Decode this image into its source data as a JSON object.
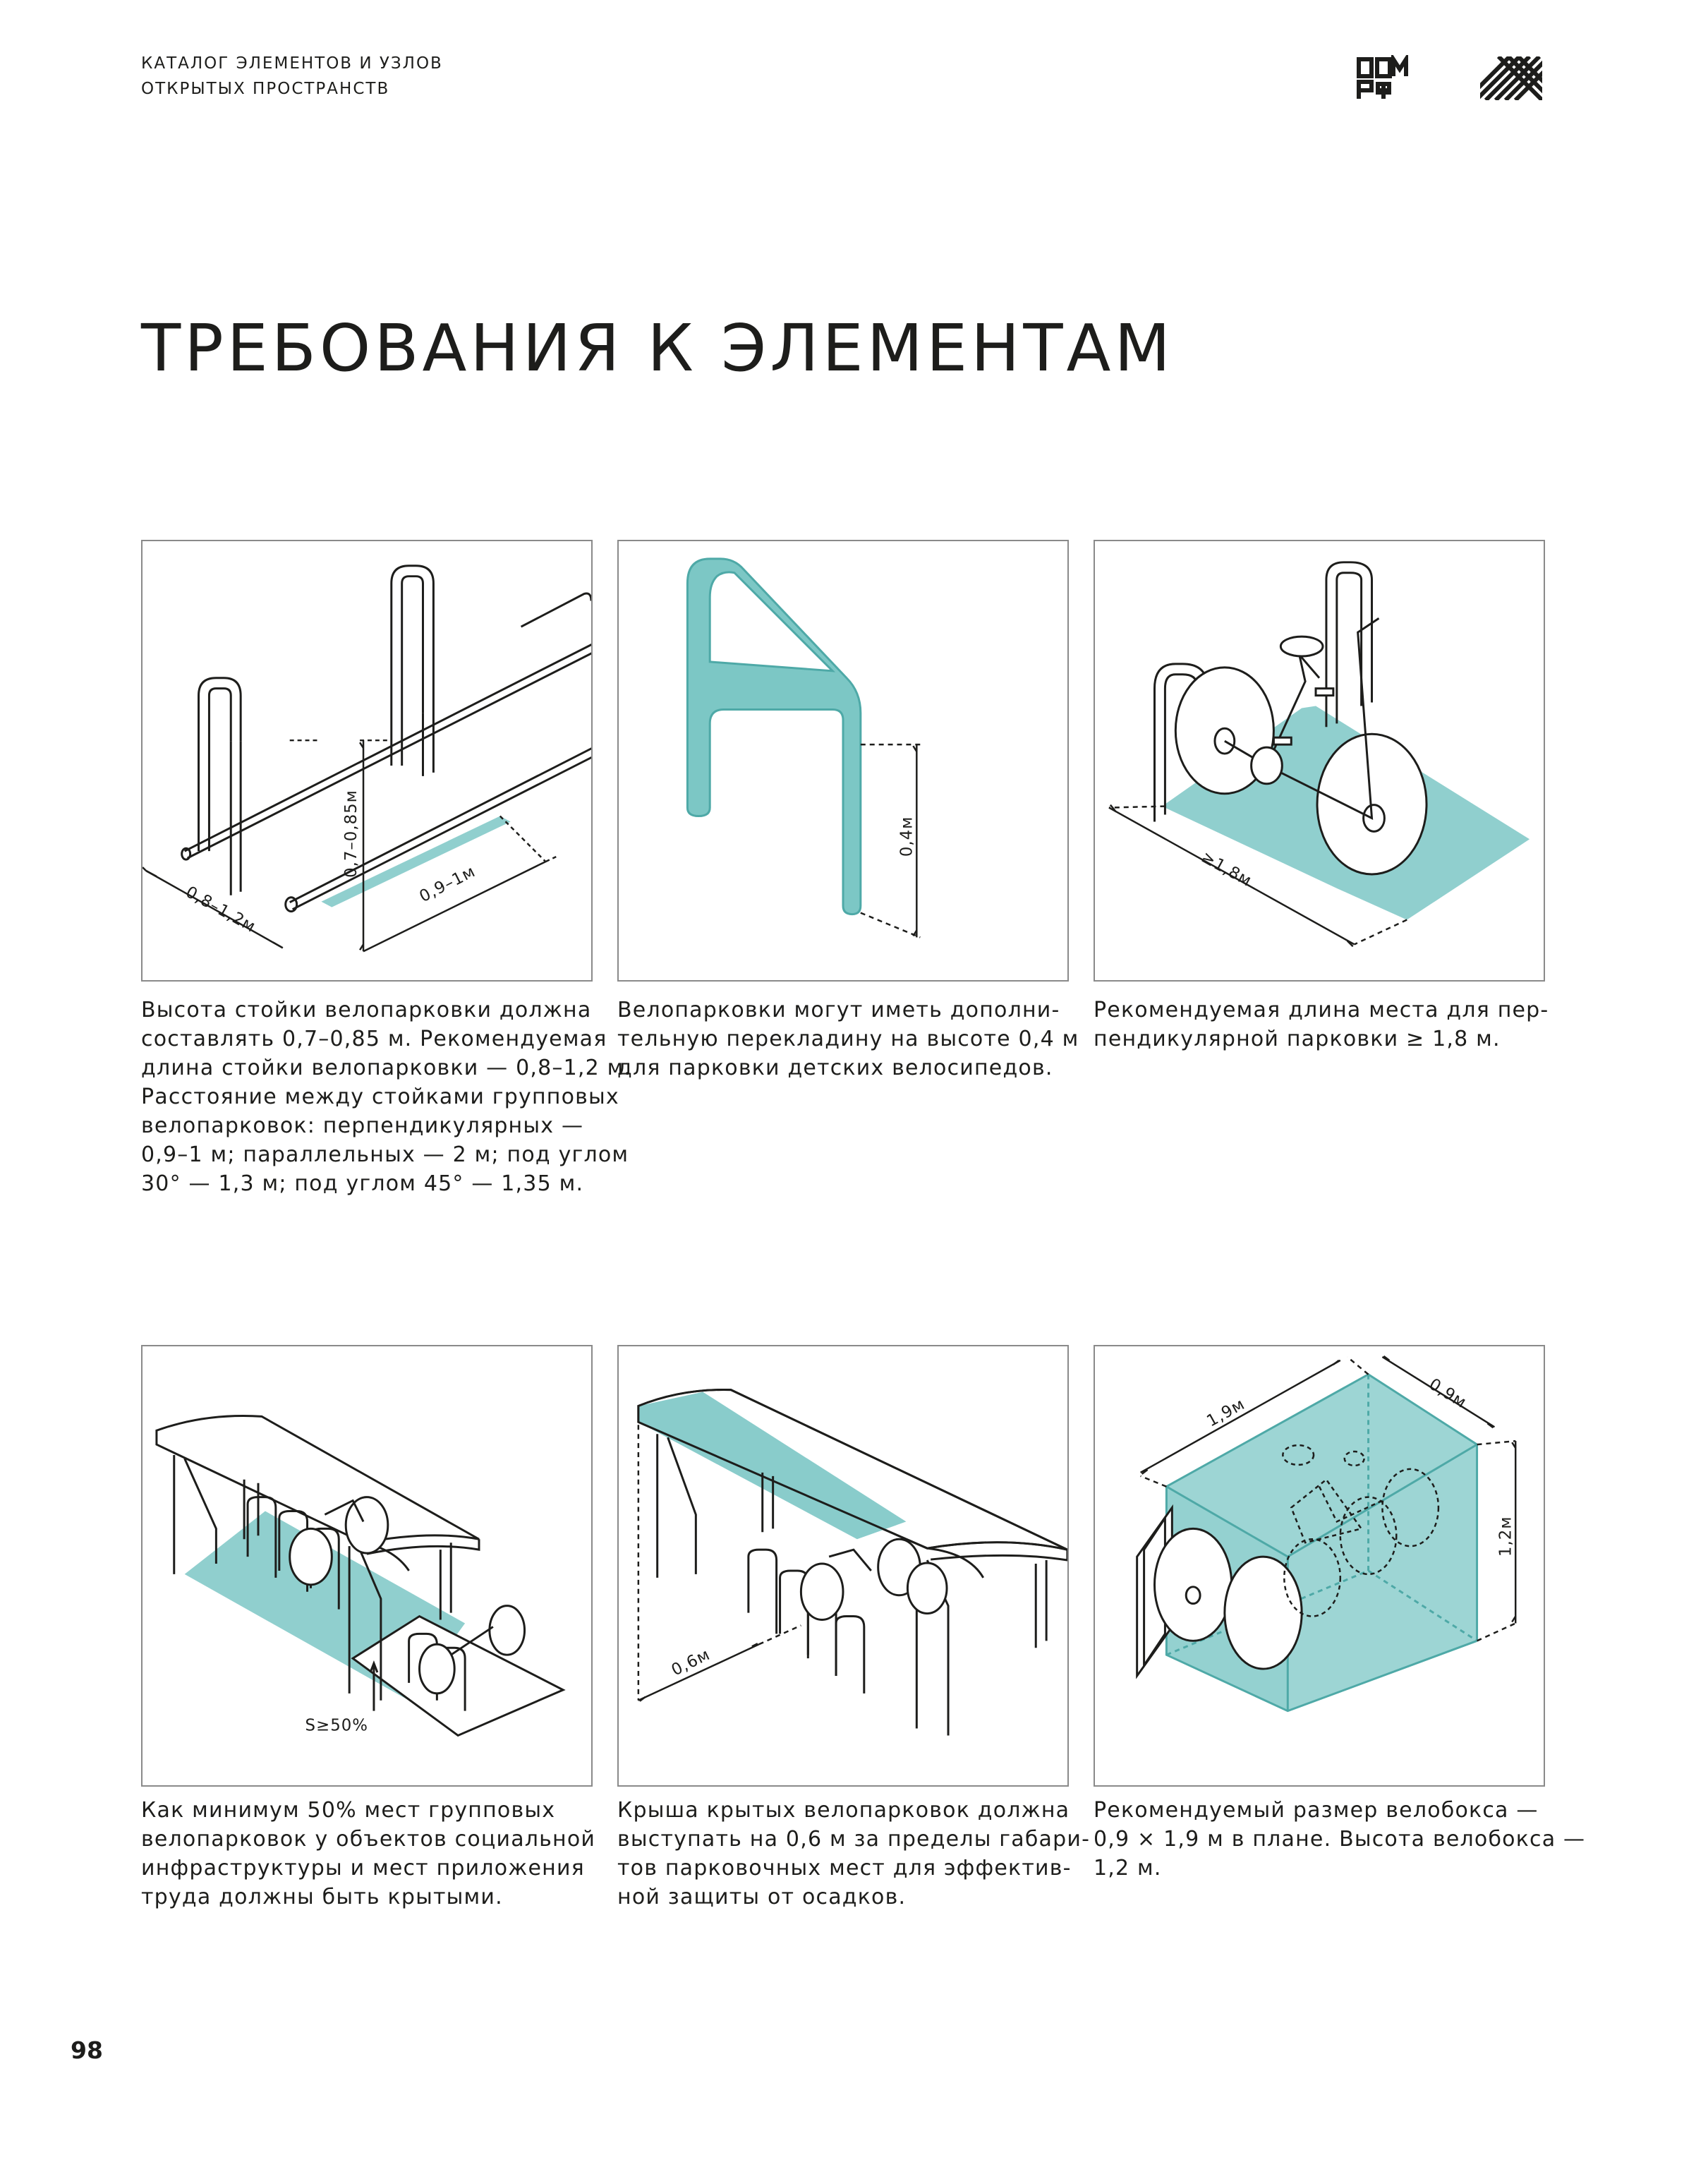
{
  "header": {
    "line1": "КАТАЛОГ ЭЛЕМЕНТОВ И УЗЛОВ",
    "line2": "ОТКРЫТЫХ ПРОСТРАНСТВ"
  },
  "logos": {
    "dom_rf": "ДОМ РФ",
    "dom_rf_icon": "dom-rf-logo-icon",
    "pattern_icon": "diagonal-pattern-logo-icon"
  },
  "title": "ТРЕБОВАНИЯ К ЭЛЕМЕНТАМ",
  "accent_color": "#7cc7c5",
  "line_color": "#1d1d1b",
  "cards": [
    {
      "illustration": "bike-rack-spacing-illustration",
      "labels": [
        "0,8–1,2м",
        "0,7–0,85м",
        "0,9–1м"
      ],
      "caption": [
        "Высота стойки велопарковки должна",
        "составлять 0,7–0,85 м. Рекомендуемая",
        "длина стойки велопарковки — 0,8–1,2 м.",
        "Расстояние между стойками групповых",
        "велопарковок: перпендикулярных —",
        "0,9–1 м; параллельных — 2 м; под углом",
        "30° — 1,3 м; под углом 45° — 1,35 м."
      ]
    },
    {
      "illustration": "rack-crossbar-illustration",
      "labels": [
        "0,4м"
      ],
      "caption": [
        "Велопарковки могут иметь дополни-",
        "тельную перекладину на высоте 0,4 м",
        "для парковки детских велосипедов."
      ]
    },
    {
      "illustration": "perpendicular-parking-illustration",
      "labels": [
        "≥1,8м"
      ],
      "caption": [
        "Рекомендуемая длина места для пер-",
        "пендикулярной парковки ≥ 1,8 м."
      ]
    },
    {
      "illustration": "covered-parking-illustration",
      "labels": [
        "S≥50%"
      ],
      "caption": [
        "Как минимум 50% мест групповых",
        "велопарковок у объектов социальной",
        "инфраструктуры и мест приложения",
        "труда должны быть крытыми."
      ]
    },
    {
      "illustration": "roof-overhang-illustration",
      "labels": [
        "0,6м"
      ],
      "caption": [
        "Крыша крытых велопарковок должна",
        "выступать на 0,6 м за пределы габари-",
        "тов парковочных мест для эффектив-",
        "ной защиты от осадков."
      ]
    },
    {
      "illustration": "bike-box-illustration",
      "labels": [
        "1,9м",
        "0,9м",
        "1,2м"
      ],
      "caption": [
        "Рекомендуемый размер велобокса —",
        "0,9 × 1,9 м в плане. Высота велобокса —",
        "1,2 м."
      ]
    }
  ],
  "page_number": "98"
}
